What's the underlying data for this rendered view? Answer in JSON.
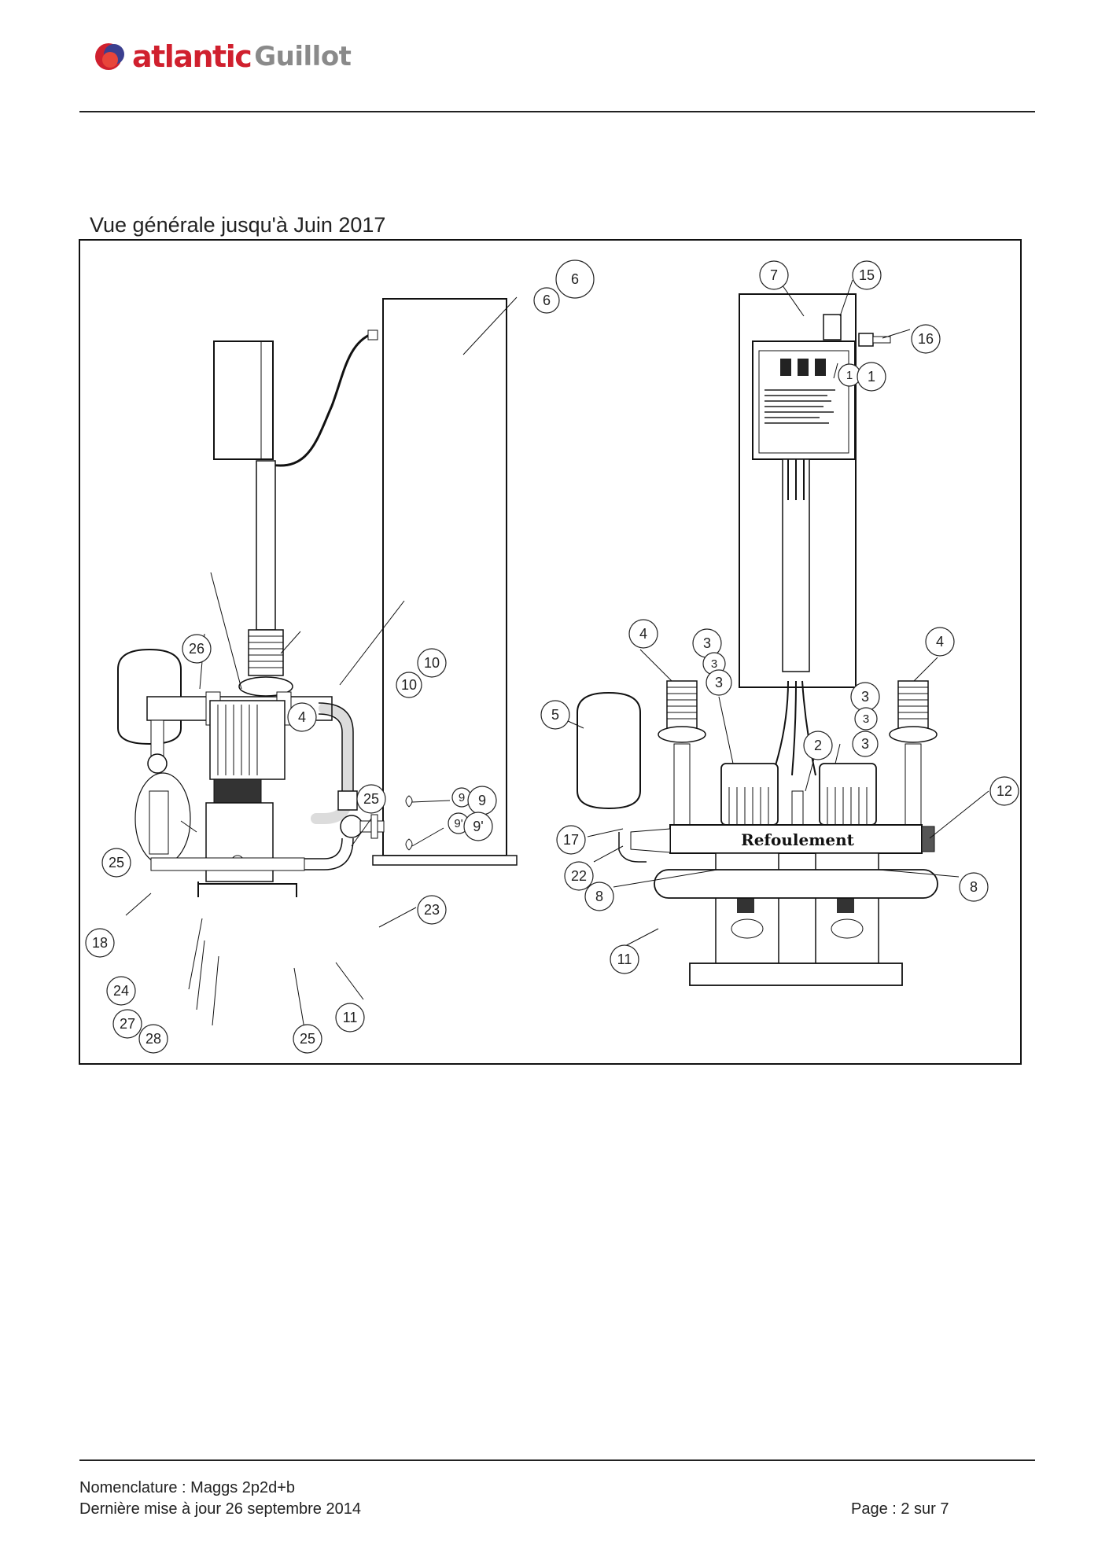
{
  "header": {
    "logo_brand": "atlantic",
    "logo_sub": "Guillot",
    "brand_colors": {
      "primary": "#d0202e",
      "secondary": "#8a8a8a",
      "accent_blue": "#3b3f8f"
    }
  },
  "section": {
    "title": "Vue générale jusqu'à Juin 2017"
  },
  "drawing": {
    "manifold_label": "Refoulement",
    "left_callouts": [
      "6",
      "6",
      "26",
      "10",
      "10",
      "4",
      "25",
      "9",
      "9",
      "9'",
      "9'",
      "25",
      "23",
      "18",
      "24",
      "27",
      "28",
      "25",
      "11"
    ],
    "right_callouts": [
      "7",
      "15",
      "16",
      "1",
      "1",
      "4",
      "3",
      "3",
      "3",
      "4",
      "5",
      "3",
      "3",
      "3",
      "2",
      "12",
      "17",
      "22",
      "8",
      "8",
      "11"
    ]
  },
  "footer": {
    "nomenclature": "Nomenclature : Maggs 2p2d+b",
    "last_update": "Dernière mise à jour 26 septembre 2014",
    "page": "Page : 2 sur 7"
  }
}
